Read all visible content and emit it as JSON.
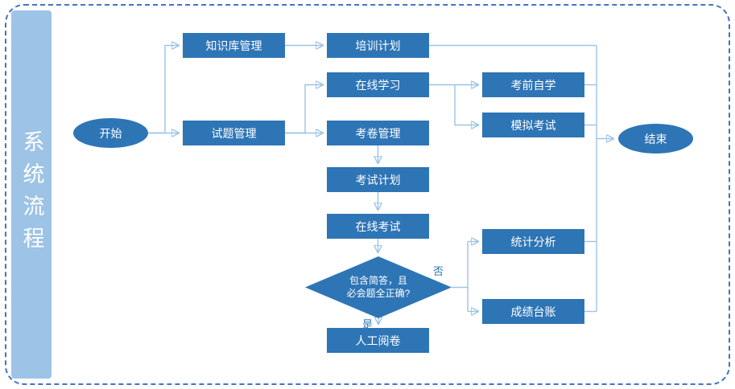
{
  "sidebar": {
    "title": "系统流程"
  },
  "nodes": {
    "start": {
      "label": "开始"
    },
    "knowledge_base": {
      "label": "知识库管理"
    },
    "training_plan": {
      "label": "培训计划"
    },
    "question_mgmt": {
      "label": "试题管理"
    },
    "online_learning": {
      "label": "在线学习"
    },
    "pre_exam_study": {
      "label": "考前自学"
    },
    "mock_exam": {
      "label": "模拟考试"
    },
    "exam_paper_mgmt": {
      "label": "考卷管理"
    },
    "exam_plan": {
      "label": "考试计划"
    },
    "online_exam": {
      "label": "在线考试"
    },
    "decision": {
      "line1": "包含简答，且",
      "line2": "必会题全正确?"
    },
    "manual_grading": {
      "label": "人工阅卷"
    },
    "stats_analysis": {
      "label": "统计分析"
    },
    "score_ledger": {
      "label": "成绩台账"
    },
    "end": {
      "label": "结束"
    }
  },
  "edge_labels": {
    "no": "否",
    "yes": "是"
  },
  "colors": {
    "node_fill": "#2E75B6",
    "node_text": "#FFFFFF",
    "connector": "#9DC3E6",
    "sidebar_fill": "#9DC3E6",
    "sidebar_text": "#FFFFFF",
    "border": "#4472C4",
    "label_text": "#2E75B6",
    "bg": "#FFFFFF"
  }
}
